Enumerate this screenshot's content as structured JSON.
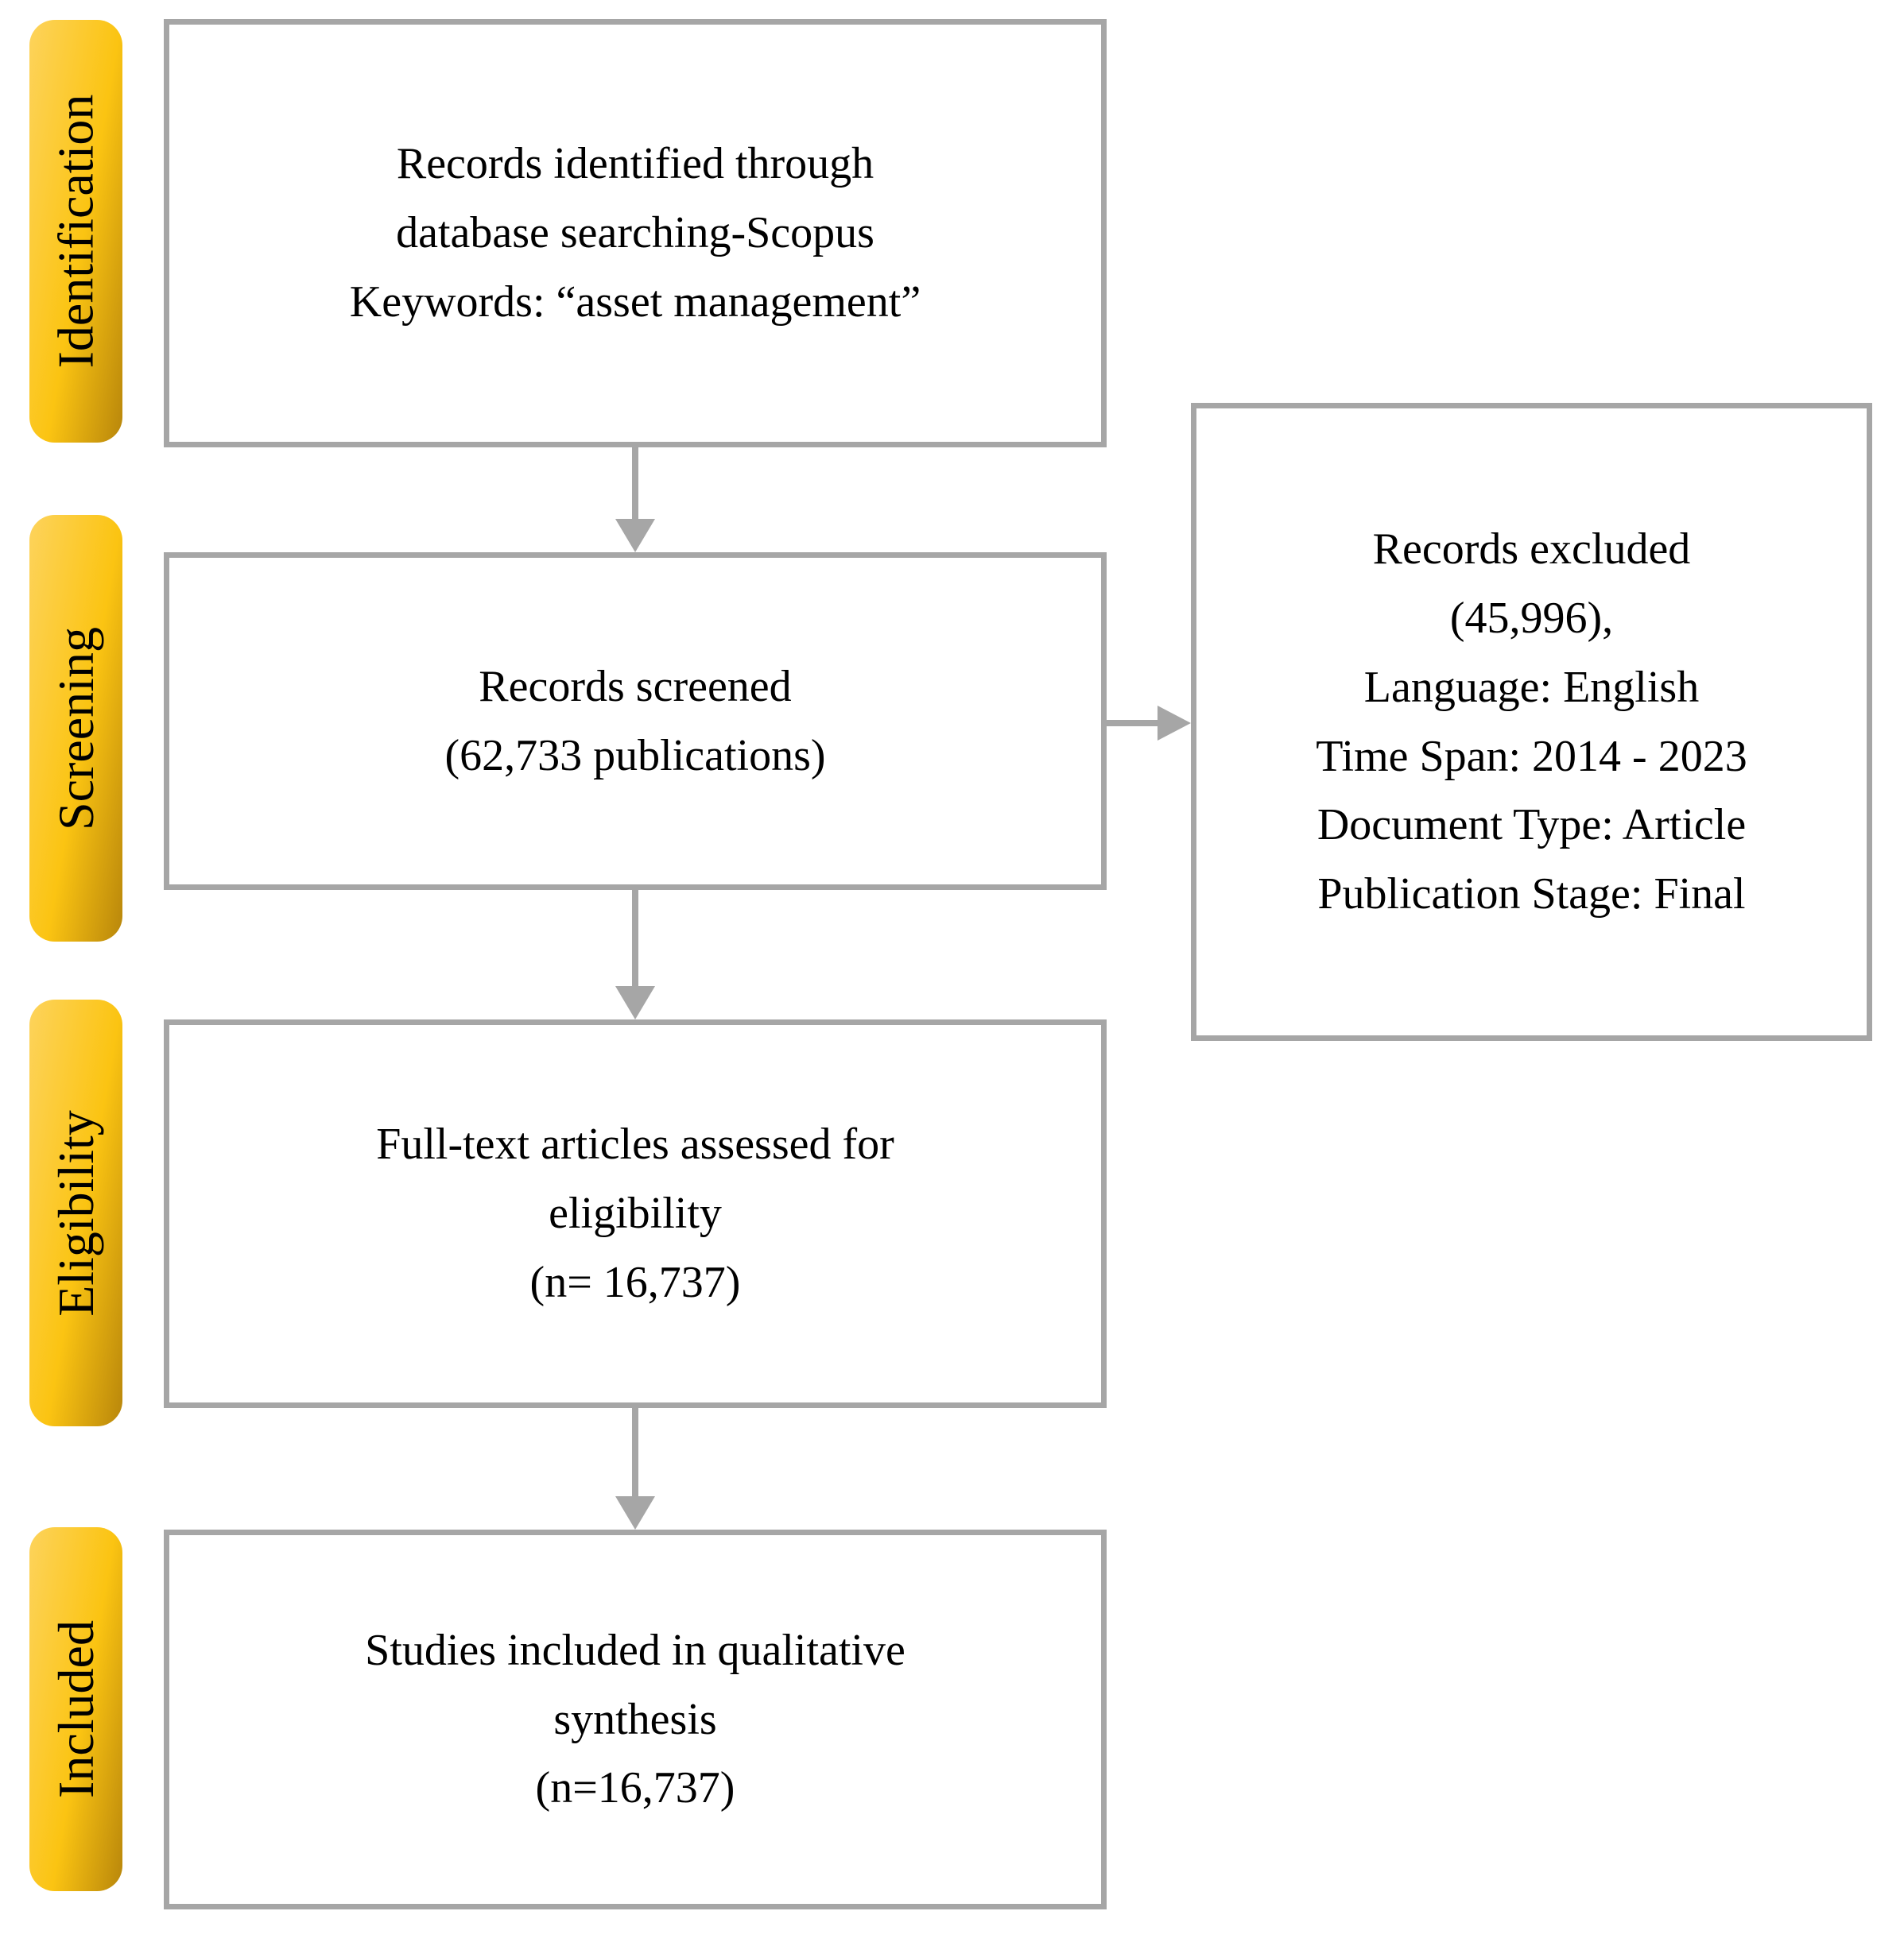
{
  "palette": {
    "band_light": "#FDD35C",
    "band_mid": "#FBC412",
    "band_dark": "#B8860B",
    "border_gray": "#A6A6A6",
    "text": "#000000",
    "bg": "#FFFFFF"
  },
  "stages": [
    {
      "label": "Identification"
    },
    {
      "label": "Screening"
    },
    {
      "label": "Eligibility"
    },
    {
      "label": "Included"
    }
  ],
  "boxes": {
    "identified": "Records identified through\ndatabase searching-Scopus\nKeywords: “asset management”",
    "screened": "Records screened\n(62,733 publications)",
    "eligibility": "Full-text articles assessed for\neligibility\n(n= 16,737)",
    "included": "Studies included in qualitative\nsynthesis\n(n=16,737)",
    "excluded": "Records excluded\n(45,996),\nLanguage: English\nTime Span: 2014 - 2023\nDocument Type: Article\nPublication Stage: Final"
  }
}
